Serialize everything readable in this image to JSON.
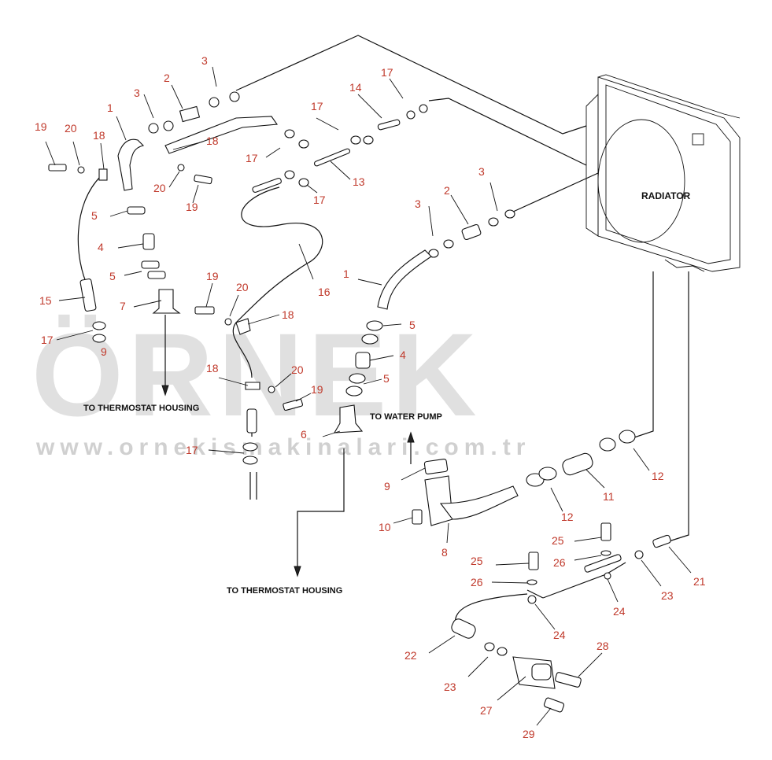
{
  "diagram": {
    "captions": {
      "to_thermostat_housing_left": "TO THERMOSTAT HOUSING",
      "to_thermostat_housing_bottom": "TO THERMOSTAT HOUSING",
      "to_water_pump": "TO WATER PUMP",
      "radiator": "RADIATOR"
    },
    "watermark": {
      "brand": "ÖRNEK",
      "url": "www.ornekismakinalari.com.tr"
    },
    "callouts": [
      "19",
      "20",
      "18",
      "1",
      "3",
      "2",
      "3",
      "18",
      "20",
      "19",
      "17",
      "14",
      "17",
      "17",
      "13",
      "17",
      "5",
      "4",
      "5",
      "15",
      "7",
      "17",
      "9",
      "19",
      "20",
      "18",
      "16",
      "18",
      "20",
      "19",
      "17",
      "3",
      "2",
      "3",
      "1",
      "5",
      "4",
      "5",
      "6",
      "9",
      "10",
      "8",
      "12",
      "11",
      "12",
      "25",
      "26",
      "25",
      "26",
      "24",
      "24",
      "21",
      "23",
      "22",
      "23",
      "28",
      "27",
      "29"
    ]
  }
}
